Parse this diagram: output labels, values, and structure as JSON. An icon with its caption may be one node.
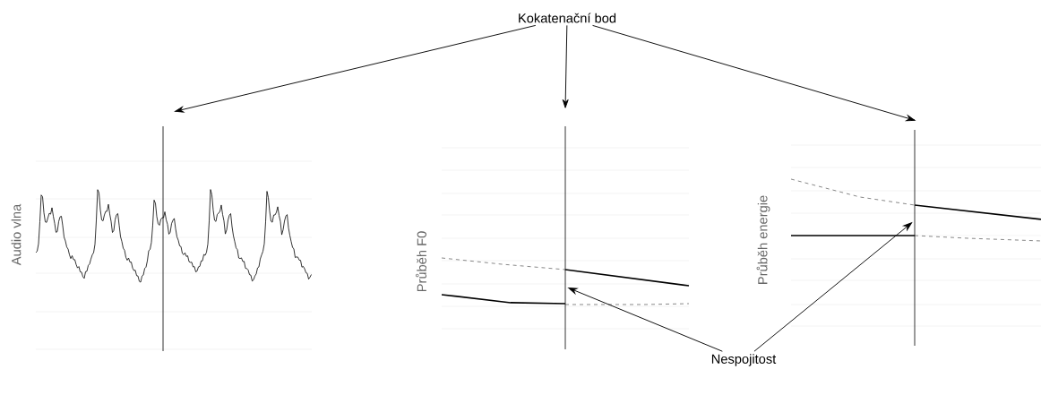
{
  "diagram": {
    "nodes": [
      {
        "text": [
          "Kokatenační bod"
        ]
      },
      {
        "text": [],
        "shape": "picture",
        "beside": [
          "Audio vlna"
        ]
      },
      {
        "text": [],
        "shape": "picture",
        "beside": [
          "Průběh F0"
        ]
      },
      {
        "text": [],
        "shape": "picture",
        "beside": [
          "Průběh energie"
        ]
      },
      {
        "text": [
          "Nespojitost"
        ]
      },
      {
        "text": [],
        "shape": "picture",
        "in": 2
      },
      {
        "text": [],
        "shape": "picture",
        "in": 3
      }
    ],
    "edges": [
      {
        "from": 0,
        "to": 1,
        "arrow": "to"
      },
      {
        "from": 0,
        "to": 2,
        "arrow": "to"
      },
      {
        "from": 0,
        "to": 3,
        "arrow": "to"
      },
      {
        "from": 4,
        "to": 5,
        "arrow": "to"
      },
      {
        "from": 4,
        "to": 6,
        "arrow": "to"
      }
    ]
  }
}
